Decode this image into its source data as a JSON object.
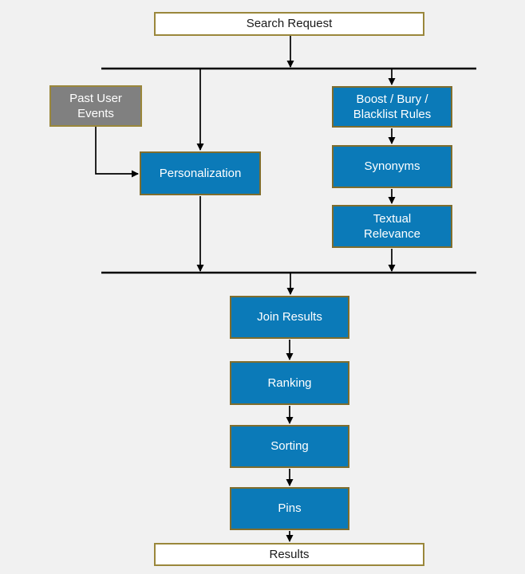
{
  "diagram": {
    "description": "Search pipeline flowchart",
    "nodes": {
      "search_request": {
        "label": "Search Request",
        "type": "terminator"
      },
      "past_user_events": {
        "label": "Past User Events",
        "type": "datasource"
      },
      "boost_bury": {
        "label": "Boost / Bury / Blacklist Rules",
        "type": "process"
      },
      "personalization": {
        "label": "Personalization",
        "type": "process"
      },
      "synonyms": {
        "label": "Synonyms",
        "type": "process"
      },
      "textual_relevance": {
        "label": "Textual Relevance",
        "type": "process"
      },
      "join_results": {
        "label": "Join Results",
        "type": "process"
      },
      "ranking": {
        "label": "Ranking",
        "type": "process"
      },
      "sorting": {
        "label": "Sorting",
        "type": "process"
      },
      "pins": {
        "label": "Pins",
        "type": "process"
      },
      "results": {
        "label": "Results",
        "type": "terminator"
      }
    },
    "edges": [
      {
        "from": "search_request",
        "to": "fanout-bar-top"
      },
      {
        "from": "fanout-bar-top",
        "to": "personalization"
      },
      {
        "from": "fanout-bar-top",
        "to": "boost_bury"
      },
      {
        "from": "past_user_events",
        "to": "personalization"
      },
      {
        "from": "boost_bury",
        "to": "synonyms"
      },
      {
        "from": "synonyms",
        "to": "textual_relevance"
      },
      {
        "from": "personalization",
        "to": "join-bar-bottom"
      },
      {
        "from": "textual_relevance",
        "to": "join-bar-bottom"
      },
      {
        "from": "join-bar-bottom",
        "to": "join_results"
      },
      {
        "from": "join_results",
        "to": "ranking"
      },
      {
        "from": "ranking",
        "to": "sorting"
      },
      {
        "from": "sorting",
        "to": "pins"
      },
      {
        "from": "pins",
        "to": "results"
      }
    ],
    "colors": {
      "process_fill": "#0b7ab8",
      "process_border": "#7f6d2d",
      "terminator_fill": "#ffffff",
      "terminator_border": "#9a873b",
      "datasource_fill": "#808080",
      "connector": "#000000",
      "background": "#f1f1f1",
      "text_on_fill": "#ffffff",
      "text_on_white": "#1a1a1a"
    }
  }
}
